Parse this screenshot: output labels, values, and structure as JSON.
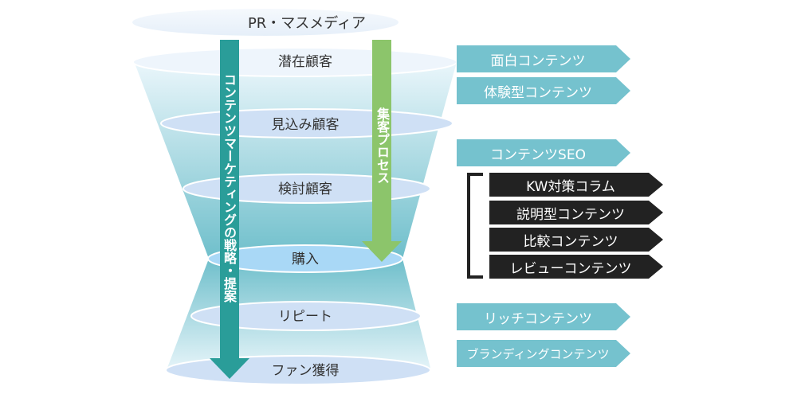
{
  "diagram": {
    "top_label": "PR・マスメディア",
    "levels": [
      {
        "label": "潜在顧客"
      },
      {
        "label": "見込み顧客"
      },
      {
        "label": "検討顧客"
      },
      {
        "label": "購入"
      },
      {
        "label": "リピート"
      },
      {
        "label": "ファン獲得"
      }
    ],
    "arrows": {
      "strategy": {
        "label": "コンテンツマーケティングの戦略・提案",
        "color": "#2a9d99"
      },
      "acquisition": {
        "label": "集客プロセス",
        "color": "#8cc56b"
      }
    },
    "content_tags": {
      "top": [
        "面白コンテンツ",
        "体験型コンテンツ"
      ],
      "seo": "コンテンツSEO",
      "seo_sub": [
        "KW対策コラム",
        "説明型コンテンツ",
        "比較コンテンツ",
        "レビューコンテンツ"
      ],
      "bottom": [
        "リッチコンテンツ",
        "ブランディングコンテンツ"
      ]
    },
    "colors": {
      "tag_light": "#75c2ce",
      "tag_dark": "#222222",
      "funnel_dark": "#6fbfcb",
      "funnel_light": "#e3f3f8",
      "ellipse_fill": "#cfe0f5",
      "purchase_fill": "#a9d8f6"
    }
  }
}
